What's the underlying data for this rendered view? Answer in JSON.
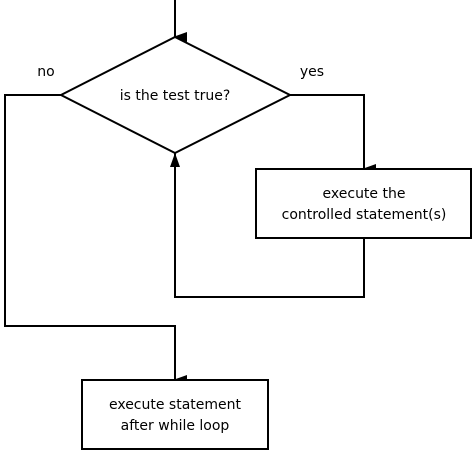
{
  "diagram": {
    "decision": {
      "label": "is the test true?"
    },
    "branches": {
      "no": "no",
      "yes": "yes"
    },
    "controlled_box": {
      "line1": "execute the",
      "line2": "controlled statement(s)"
    },
    "after_box": {
      "line1": "execute statement",
      "line2": "after while loop"
    },
    "colors": {
      "stroke": "#000000",
      "fill": "#ffffff"
    }
  }
}
